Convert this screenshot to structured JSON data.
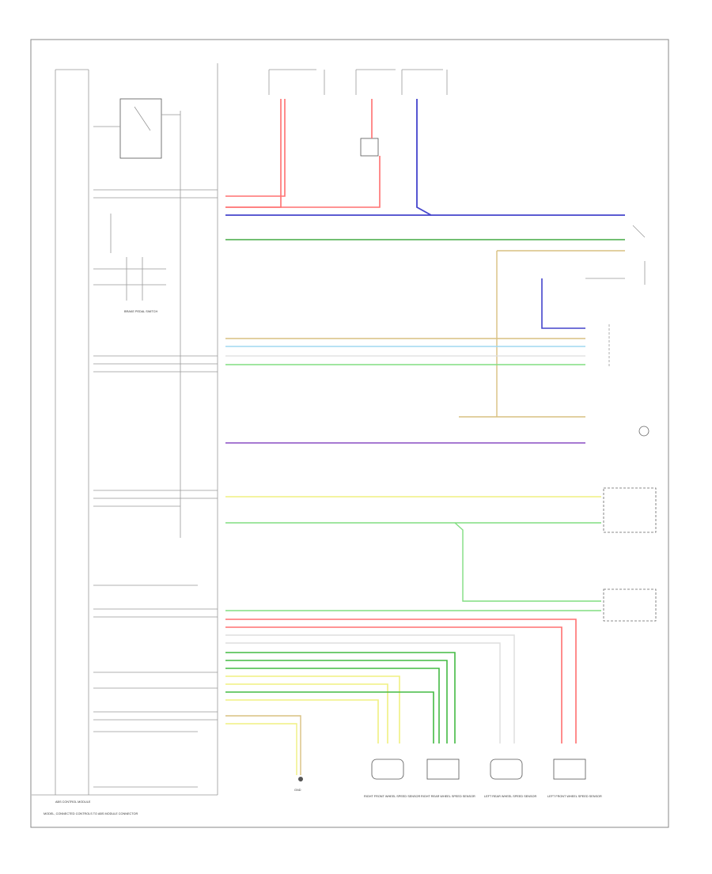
{
  "diagram": {
    "labels": {
      "module_name": "ABS CONTROL MODULE",
      "module_note": "MODEL, CONNECTED CONTROLS TO ABS MODULE CONNECTOR",
      "page_ref": "",
      "brake_pedal_switch": "BRAKE PEDAL SWITCH",
      "rf_sensor": "RIGHT FRONT WHEEL SPEED SENSOR",
      "rr_sensor": "RIGHT REAR WHEEL SPEED SENSOR",
      "lr_sensor": "LEFT REAR WHEEL SPEED SENSOR",
      "lf_sensor": "LEFT FRONT WHEEL SPEED SENSOR",
      "ground": "GND"
    },
    "colors": {
      "red": "#ff6060",
      "blue": "#4444cc",
      "green": "#44aa44",
      "tan": "#d8c080",
      "lightblue": "#a0d8f0",
      "purple": "#9966cc",
      "yellow": "#f0f080",
      "lightgreen": "#80dd80",
      "gray": "#cccccc",
      "frame": "#888888"
    }
  }
}
